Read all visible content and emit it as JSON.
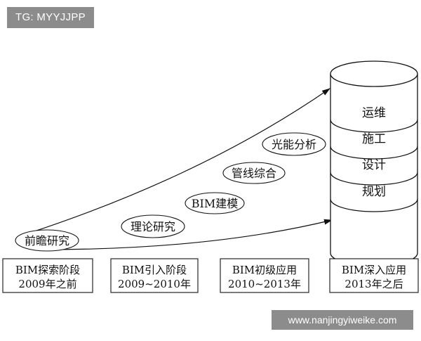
{
  "watermark_top": "TG: MYYJJPP",
  "watermark_bottom": "www.nanjingyiweike.com",
  "stages": [
    {
      "line1": "BIM探索阶段",
      "line2": "2009年之前"
    },
    {
      "line1": "BIM引入阶段",
      "line2": "2009~2010年"
    },
    {
      "line1": "BIM初级应用",
      "line2": "2010~2013年"
    },
    {
      "line1": "BIM深入应用",
      "line2": "2013年之后"
    }
  ],
  "topics": [
    "前瞻研究",
    "理论研究",
    "BIM建模",
    "管线综合",
    "光能分析"
  ],
  "cylinder_layers": [
    "运维",
    "施工",
    "设计",
    "规划"
  ]
}
